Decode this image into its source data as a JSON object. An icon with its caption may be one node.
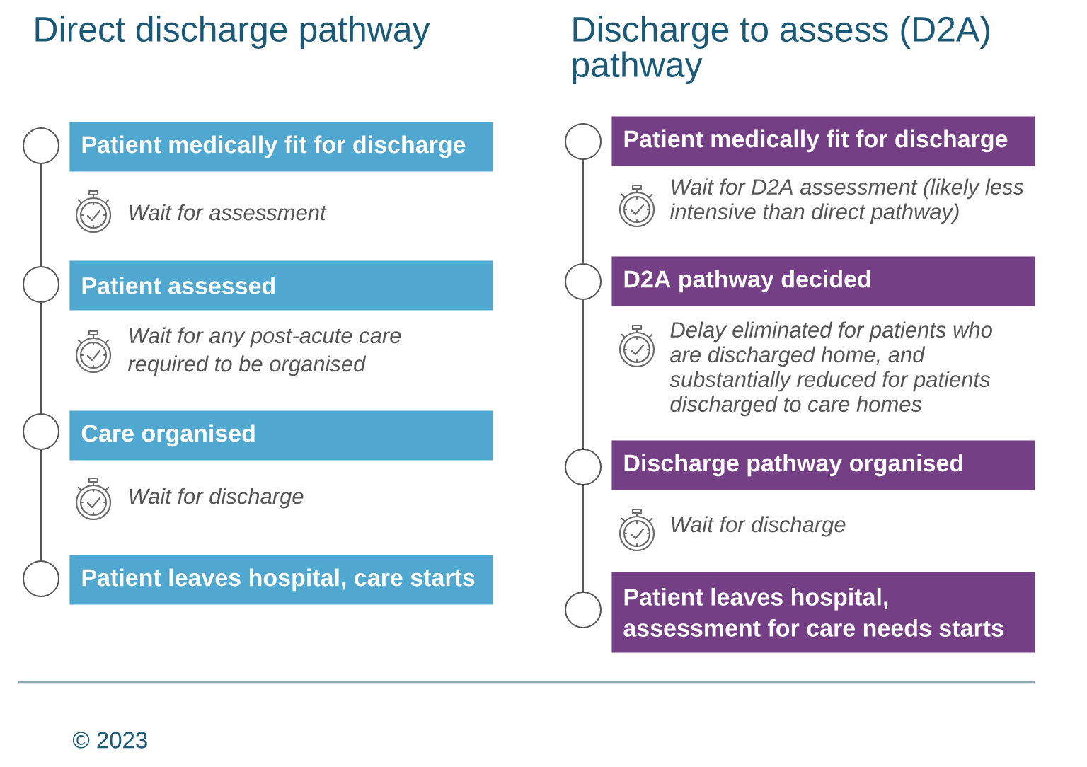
{
  "diagram": {
    "nodes": [
      {
        "text": [],
        "shape": "circle"
      },
      {
        "text": [
          "Patient medically fit for discharge"
        ]
      },
      {
        "text": [],
        "shape": "circle"
      },
      {
        "text": [
          "Patient assessed"
        ]
      },
      {
        "text": [],
        "shape": "circle"
      },
      {
        "text": [
          "Care organised"
        ]
      },
      {
        "text": [],
        "shape": "circle"
      },
      {
        "text": [
          "Patient leaves hospital, care starts"
        ]
      },
      {
        "text": [],
        "shape": "circle"
      },
      {
        "text": [
          "Patient medically fit for discharge"
        ]
      },
      {
        "text": [],
        "shape": "circle"
      },
      {
        "text": [
          "D2A pathway decided"
        ]
      },
      {
        "text": [],
        "shape": "circle"
      },
      {
        "text": [
          "Discharge pathway organised"
        ]
      },
      {
        "text": [],
        "shape": "circle"
      },
      {
        "text": [
          "Patient leaves hospital, assessment for care needs starts"
        ]
      }
    ],
    "edges": [
      {
        "from": 0,
        "to": 2,
        "arrow": "none"
      },
      {
        "from": 2,
        "to": 4,
        "arrow": "none"
      },
      {
        "from": 4,
        "to": 6,
        "arrow": "none"
      },
      {
        "from": 8,
        "to": 10,
        "arrow": "none"
      },
      {
        "from": 10,
        "to": 12,
        "arrow": "none"
      },
      {
        "from": 12,
        "to": 14,
        "arrow": "none"
      }
    ],
    "labels": [
      "Direct discharge pathway",
      "Discharge to assess (D2A) pathway",
      "Wait for assessment",
      "Wait for any post-acute care required to be organised",
      "Wait for discharge",
      "Wait for D2A assessment (likely less intensive than direct pathway)",
      "Delay eliminated for patients who are discharged home, and substantially reduced for patients discharged to care homes",
      "Wait for discharge",
      "© 2023"
    ]
  }
}
